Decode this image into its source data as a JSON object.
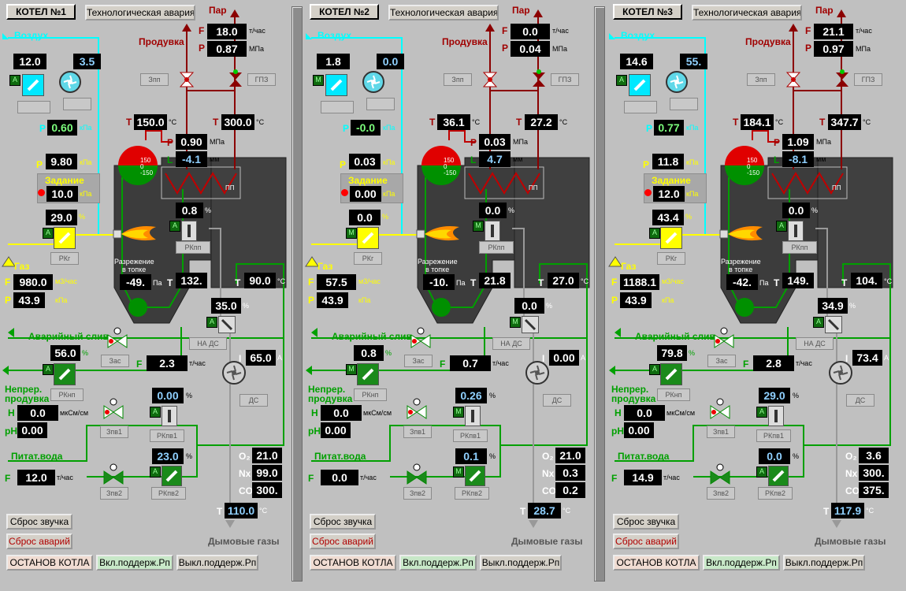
{
  "colors": {
    "air": "#00ffff",
    "steam": "#8b0000",
    "water": "#008000",
    "gas": "#ffff00",
    "fluegas": "#808080",
    "furnace": "#404040"
  },
  "common": {
    "steam_label": "Пар",
    "blow_label": "Продувка",
    "air_label": "Воздух",
    "gas_label": "Газ",
    "emergency_drain": "Аварийный слив",
    "cont_blow_1": "Непрер.",
    "cont_blow_2": "продувка",
    "feed_water": "Питат.вода",
    "flue_gas": "Дымовые газы",
    "setpoint": "Задание",
    "vacuum_1": "Разрежение",
    "vacuum_2": "в топке",
    "reset_sound": "Сброс звучка",
    "reset_alarms": "Сброс аварий",
    "stop_boiler": "ОСТАНОВ КОТЛА",
    "rp_on": "Вкл.поддерж.Рп",
    "rp_off": "Выкл.поддерж.Рп",
    "tech_alarm": "Технологическая авария",
    "u_th": "т/час",
    "u_mpa": "МПа",
    "u_kpa": "кПа",
    "u_pct": "%",
    "u_c": "°С",
    "u_mm": "мм",
    "u_pa": "Па",
    "u_m3h": "м3/час",
    "u_a": "А",
    "u_mks": "мкСм/см",
    "L_T": "T",
    "L_P": "P",
    "L_F": "F",
    "L_L": "L",
    "L_I": "I",
    "L_H": "H",
    "L_pH": "pH",
    "L_O2": "O₂",
    "L_Nx": "Nx",
    "L_CO": "CO",
    "n_zpp": "Зпп",
    "n_gpz": "ГПЗ",
    "n_pp": "ПП",
    "n_rkg": "РКг",
    "n_rkpp": "РКпп",
    "n_nads": "НА ДС",
    "n_ds": "ДС",
    "n_zas": "Зас",
    "n_rknp": "РКнп",
    "n_zpv1": "Зпв1",
    "n_zpv2": "Зпв2",
    "n_rkpv1": "РКпв1",
    "n_rkpv2": "РКпв2",
    "drum_1": "150",
    "drum_2": "0",
    "drum_3": "-150"
  },
  "boilers": [
    {
      "title": "КОТЕЛ №1",
      "steam_f": "18.0",
      "steam_p": "0.87",
      "air_val": "12.0",
      "fan_val": "3.5",
      "air_p": "0.60",
      "furnace_p": "9.80",
      "setpoint": "10.0",
      "gas_pct": "29.0",
      "t_left": "150.0",
      "t_right": "300.0",
      "drum_p": "0.90",
      "level": "-4.1",
      "rkpp": "0.8",
      "gas_f": "980.0",
      "gas_p": "43.9",
      "vacuum": "-49.",
      "t_mid": "132.",
      "t_eco": "90.0",
      "nads": "35.0",
      "drain": "56.0",
      "cb_f": "2.3",
      "exh_i": "65.0",
      "h_val": "0.0",
      "ph_val": "0.00",
      "rkpv1": "0.00",
      "rkpv2": "23.0",
      "fw_f": "12.0",
      "o2": "21.0",
      "nx": "99.0",
      "co": "300.",
      "t_flue": "110.0",
      "mode": "A"
    },
    {
      "title": "КОТЕЛ №2",
      "steam_f": "0.0",
      "steam_p": "0.04",
      "air_val": "1.8",
      "fan_val": "0.0",
      "air_p": "-0.0",
      "furnace_p": "0.03",
      "setpoint": "0.00",
      "gas_pct": "0.0",
      "t_left": "36.1",
      "t_right": "27.2",
      "drum_p": "0.03",
      "level": "4.7",
      "rkpp": "0.0",
      "gas_f": "57.5",
      "gas_p": "43.9",
      "vacuum": "-10.",
      "t_mid": "21.8",
      "t_eco": "27.0",
      "nads": "0.0",
      "drain": "0.8",
      "cb_f": "0.7",
      "exh_i": "0.00",
      "h_val": "0.0",
      "ph_val": "0.00",
      "rkpv1": "0.26",
      "rkpv2": "0.1",
      "fw_f": "0.0",
      "o2": "21.0",
      "nx": "0.3",
      "co": "0.2",
      "t_flue": "28.7",
      "mode": "M"
    },
    {
      "title": "КОТЕЛ №3",
      "steam_f": "21.1",
      "steam_p": "0.97",
      "air_val": "14.6",
      "fan_val": "55.",
      "air_p": "0.77",
      "furnace_p": "11.8",
      "setpoint": "12.0",
      "gas_pct": "43.4",
      "t_left": "184.1",
      "t_right": "347.7",
      "drum_p": "1.09",
      "level": "-8.1",
      "rkpp": "0.0",
      "gas_f": "1188.1",
      "gas_p": "43.9",
      "vacuum": "-42.",
      "t_mid": "149.",
      "t_eco": "104.",
      "nads": "34.9",
      "drain": "79.8",
      "cb_f": "2.8",
      "exh_i": "73.4",
      "h_val": "0.0",
      "ph_val": "0.00",
      "rkpv1": "29.0",
      "rkpv2": "0.0",
      "fw_f": "14.9",
      "o2": "3.6",
      "nx": "300.",
      "co": "375.",
      "t_flue": "117.9",
      "mode": "A"
    }
  ]
}
